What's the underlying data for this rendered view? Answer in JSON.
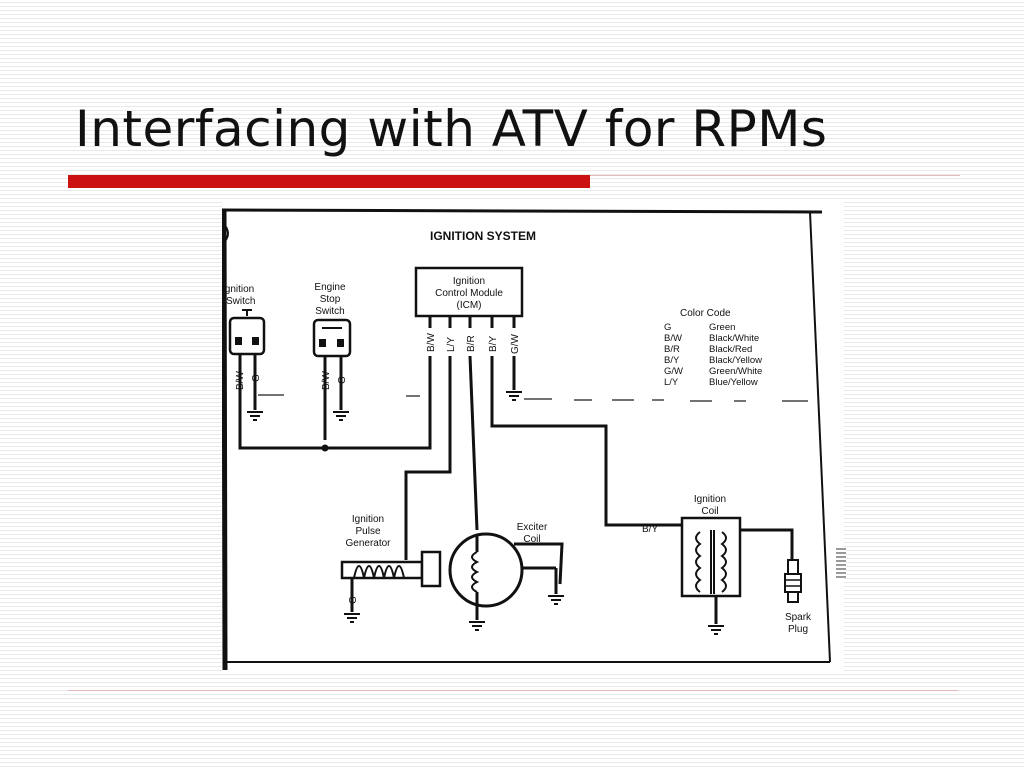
{
  "slide": {
    "title": "Interfacing with ATV for RPMs",
    "accent_color": "#cc1111",
    "rule_color": "#e3b9b9"
  },
  "diagram": {
    "heading": "IGNITION SYSTEM",
    "icm_label": [
      "Ignition",
      "Control Module",
      "(ICM)"
    ],
    "icm_pins": [
      "B/W",
      "L/Y",
      "B/R",
      "B/Y",
      "G/W"
    ],
    "ignition_switch": {
      "label": [
        "Ignition",
        "Switch"
      ],
      "wires": [
        "B/W",
        "G"
      ]
    },
    "engine_stop_switch": {
      "label": [
        "Engine",
        "Stop",
        "Switch"
      ],
      "wires": [
        "B/W",
        "G"
      ]
    },
    "color_code": {
      "title": "Color Code",
      "entries": [
        {
          "code": "G",
          "color": "Green"
        },
        {
          "code": "B/W",
          "color": "Black/White"
        },
        {
          "code": "B/R",
          "color": "Black/Red"
        },
        {
          "code": "B/Y",
          "color": "Black/Yellow"
        },
        {
          "code": "G/W",
          "color": "Green/White"
        },
        {
          "code": "L/Y",
          "color": "Blue/Yellow"
        }
      ]
    },
    "pulse_generator": {
      "label": [
        "Ignition",
        "Pulse",
        "Generator"
      ],
      "wire": "G"
    },
    "exciter_coil": {
      "label": [
        "Exciter",
        "Coil"
      ]
    },
    "ignition_coil": {
      "label": [
        "Ignition",
        "Coil"
      ],
      "input_wire": "B/Y"
    },
    "spark_plug": {
      "label": [
        "Spark",
        "Plug"
      ]
    }
  }
}
